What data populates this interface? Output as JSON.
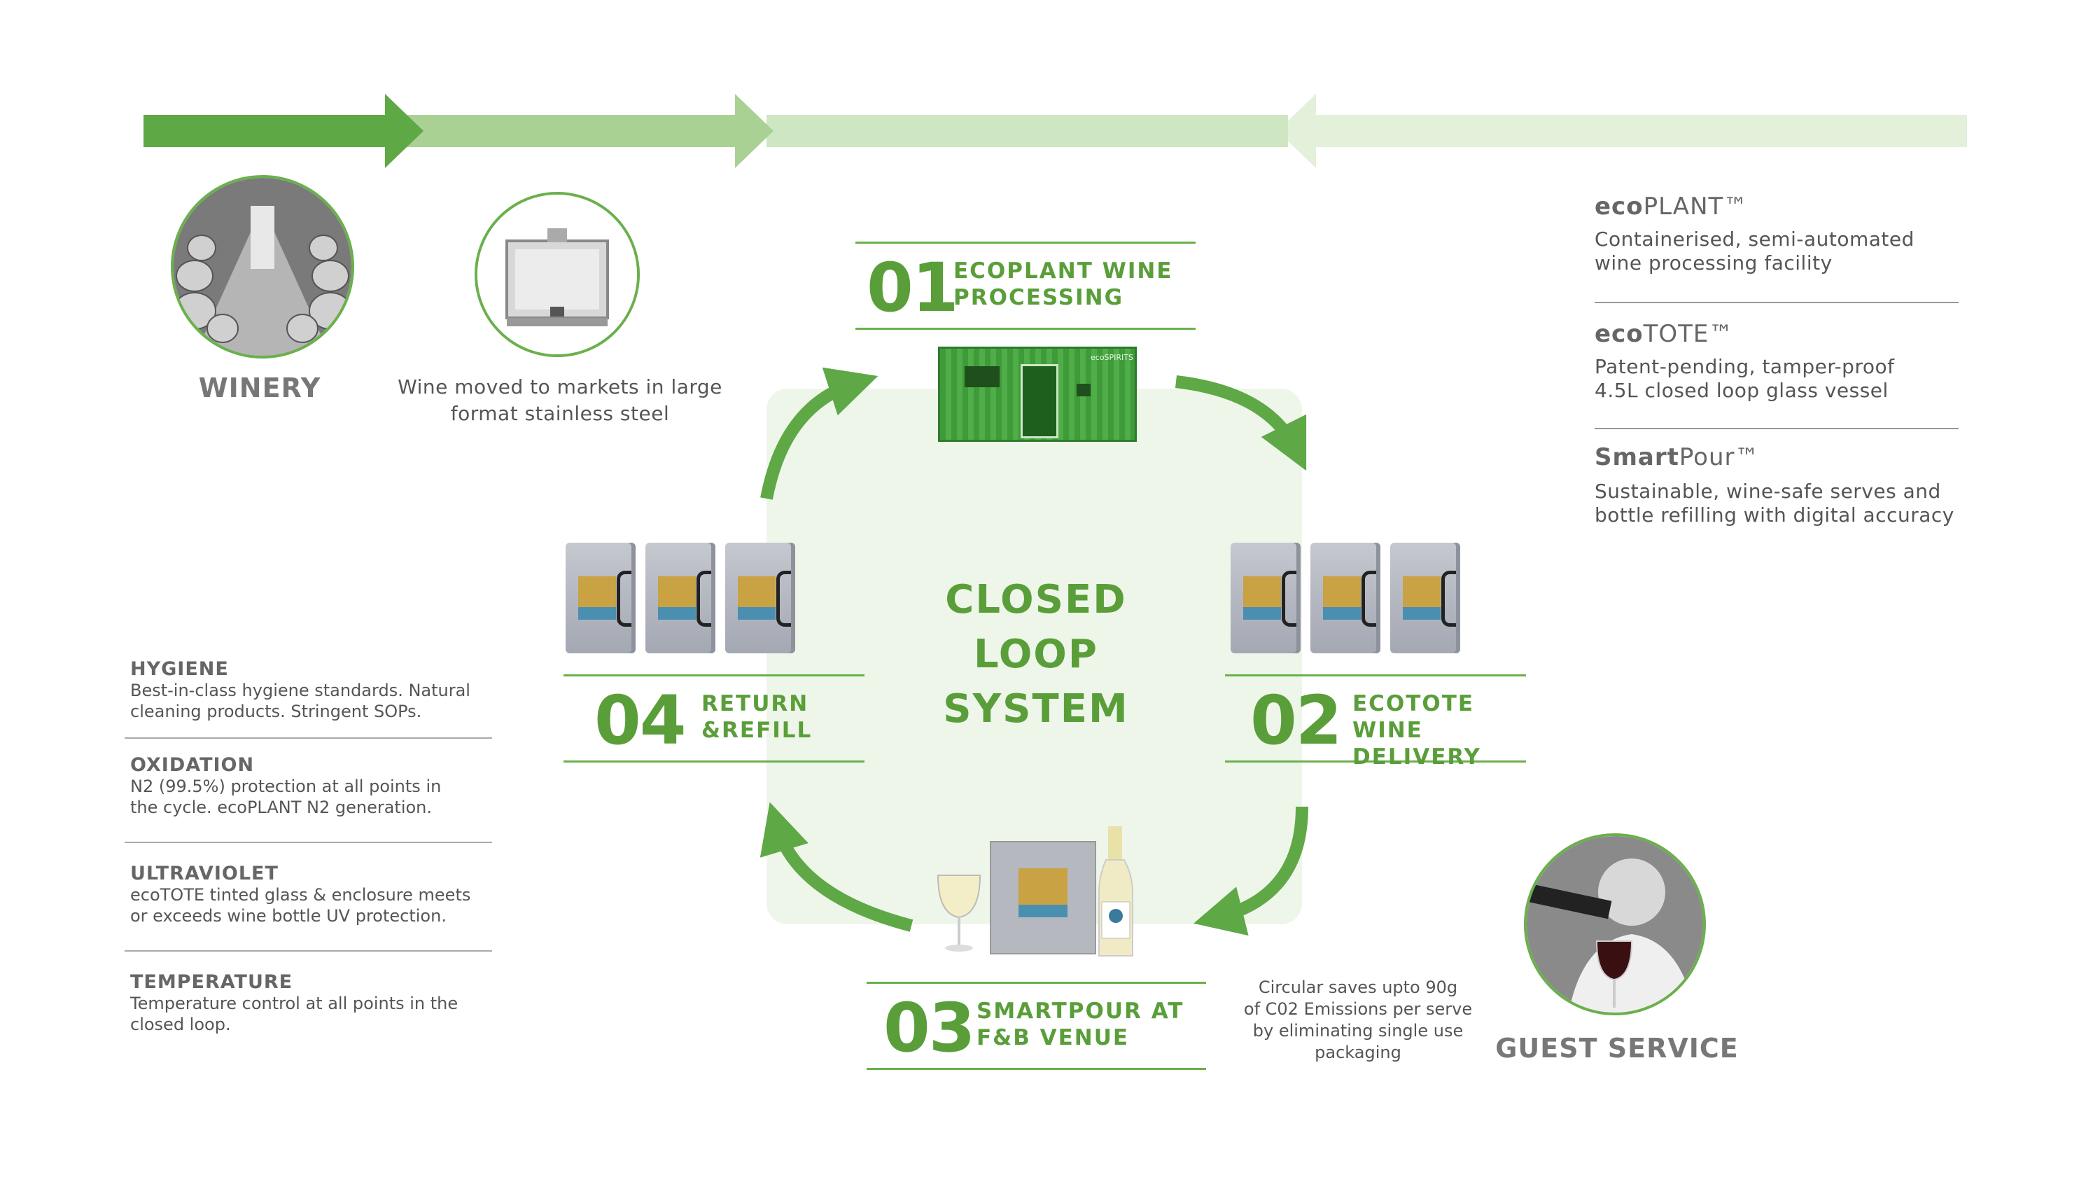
{
  "colors": {
    "arrow_dark": "#5fa846",
    "arrow_mid": "#a9d194",
    "arrow_light": "#cfe6c2",
    "arrow_lightest": "#e3f0da",
    "green_text": "#5a9e3a",
    "loop_bg": "#eef6ea"
  },
  "winery": {
    "label": "WINERY"
  },
  "transport": {
    "caption_line1": "Wine moved to markets in large",
    "caption_line2": "format stainless steel"
  },
  "steps": [
    {
      "num": "01",
      "title_line1": "ECOPLANT WINE",
      "title_line2": "PROCESSING"
    },
    {
      "num": "02",
      "title_line1": "ECOTOTE WINE",
      "title_line2": "DELIVERY"
    },
    {
      "num": "03",
      "title_line1": "SMARTPOUR AT",
      "title_line2": "F&B VENUE"
    },
    {
      "num": "04",
      "title_line1": "RETURN",
      "title_line2": "&REFILL"
    }
  ],
  "center": {
    "line1": "CLOSED",
    "line2": "LOOP",
    "line3": "SYSTEM"
  },
  "legend": [
    {
      "brand_bold": "eco",
      "brand_rest": "PLANT™",
      "desc_line1": "Containerised, semi-automated",
      "desc_line2": "wine processing facility"
    },
    {
      "brand_bold": "eco",
      "brand_rest": "TOTE™",
      "desc_line1": "Patent-pending, tamper-proof",
      "desc_line2": "4.5L closed loop glass vessel"
    },
    {
      "brand_bold": "Smart",
      "brand_rest": "Pour™",
      "desc_line1": "Sustainable, wine-safe serves and",
      "desc_line2": "bottle refilling with digital accuracy"
    }
  ],
  "facts": [
    {
      "heading": "HYGIENE",
      "line1": "Best-in-class hygiene standards. Natural",
      "line2": "cleaning products. Stringent SOPs."
    },
    {
      "heading": "OXIDATION",
      "line1": "N2 (99.5%) protection at all points in",
      "line2": "the cycle. ecoPLANT N2 generation."
    },
    {
      "heading": "ULTRAVIOLET",
      "line1": "ecoTOTE tinted glass & enclosure meets",
      "line2": "or exceeds wine bottle UV protection."
    },
    {
      "heading": "TEMPERATURE",
      "line1": "Temperature control at all points in the",
      "line2": "closed loop."
    }
  ],
  "circular_note": {
    "line1": "Circular saves upto 90g",
    "line2": "of C02 Emissions per serve",
    "line3": "by eliminating single use",
    "line4": "packaging"
  },
  "guest": {
    "label": "GUEST SERVICE"
  },
  "container": {
    "brand_text": "ecoSPIRITS"
  }
}
